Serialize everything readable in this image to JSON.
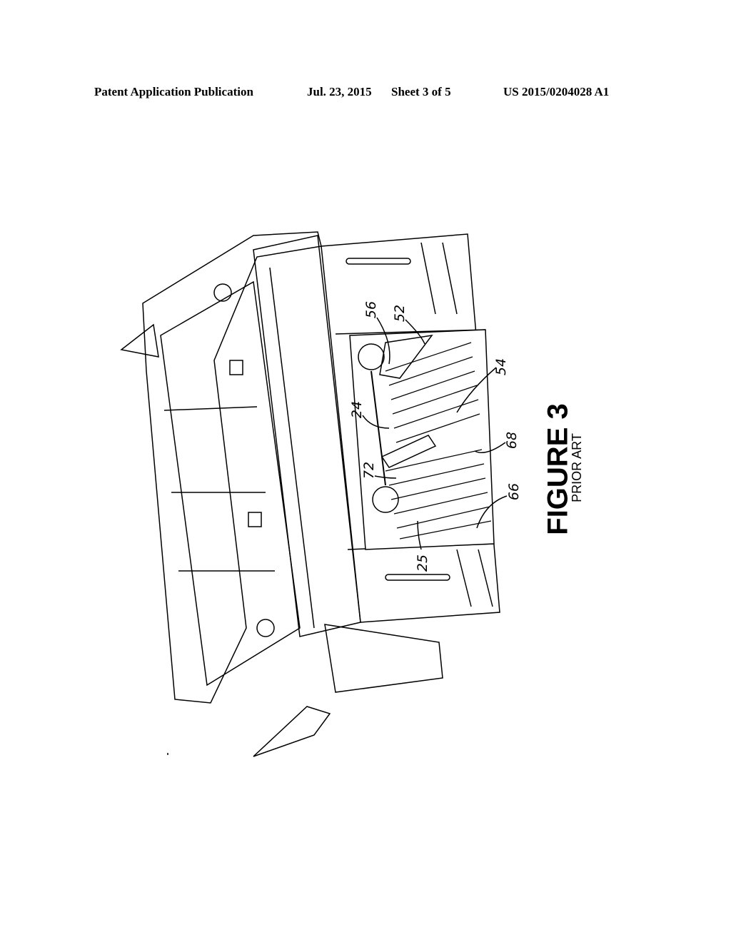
{
  "header": {
    "publication": "Patent Application Publication",
    "date": "Jul. 23, 2015",
    "sheet": "Sheet 3 of 5",
    "number": "US 2015/0204028 A1"
  },
  "figure": {
    "title": "FIGURE 3",
    "subtitle": "PRIOR ART",
    "reference_numerals": [
      "56",
      "52",
      "54",
      "24",
      "68",
      "72",
      "66",
      "25"
    ]
  }
}
